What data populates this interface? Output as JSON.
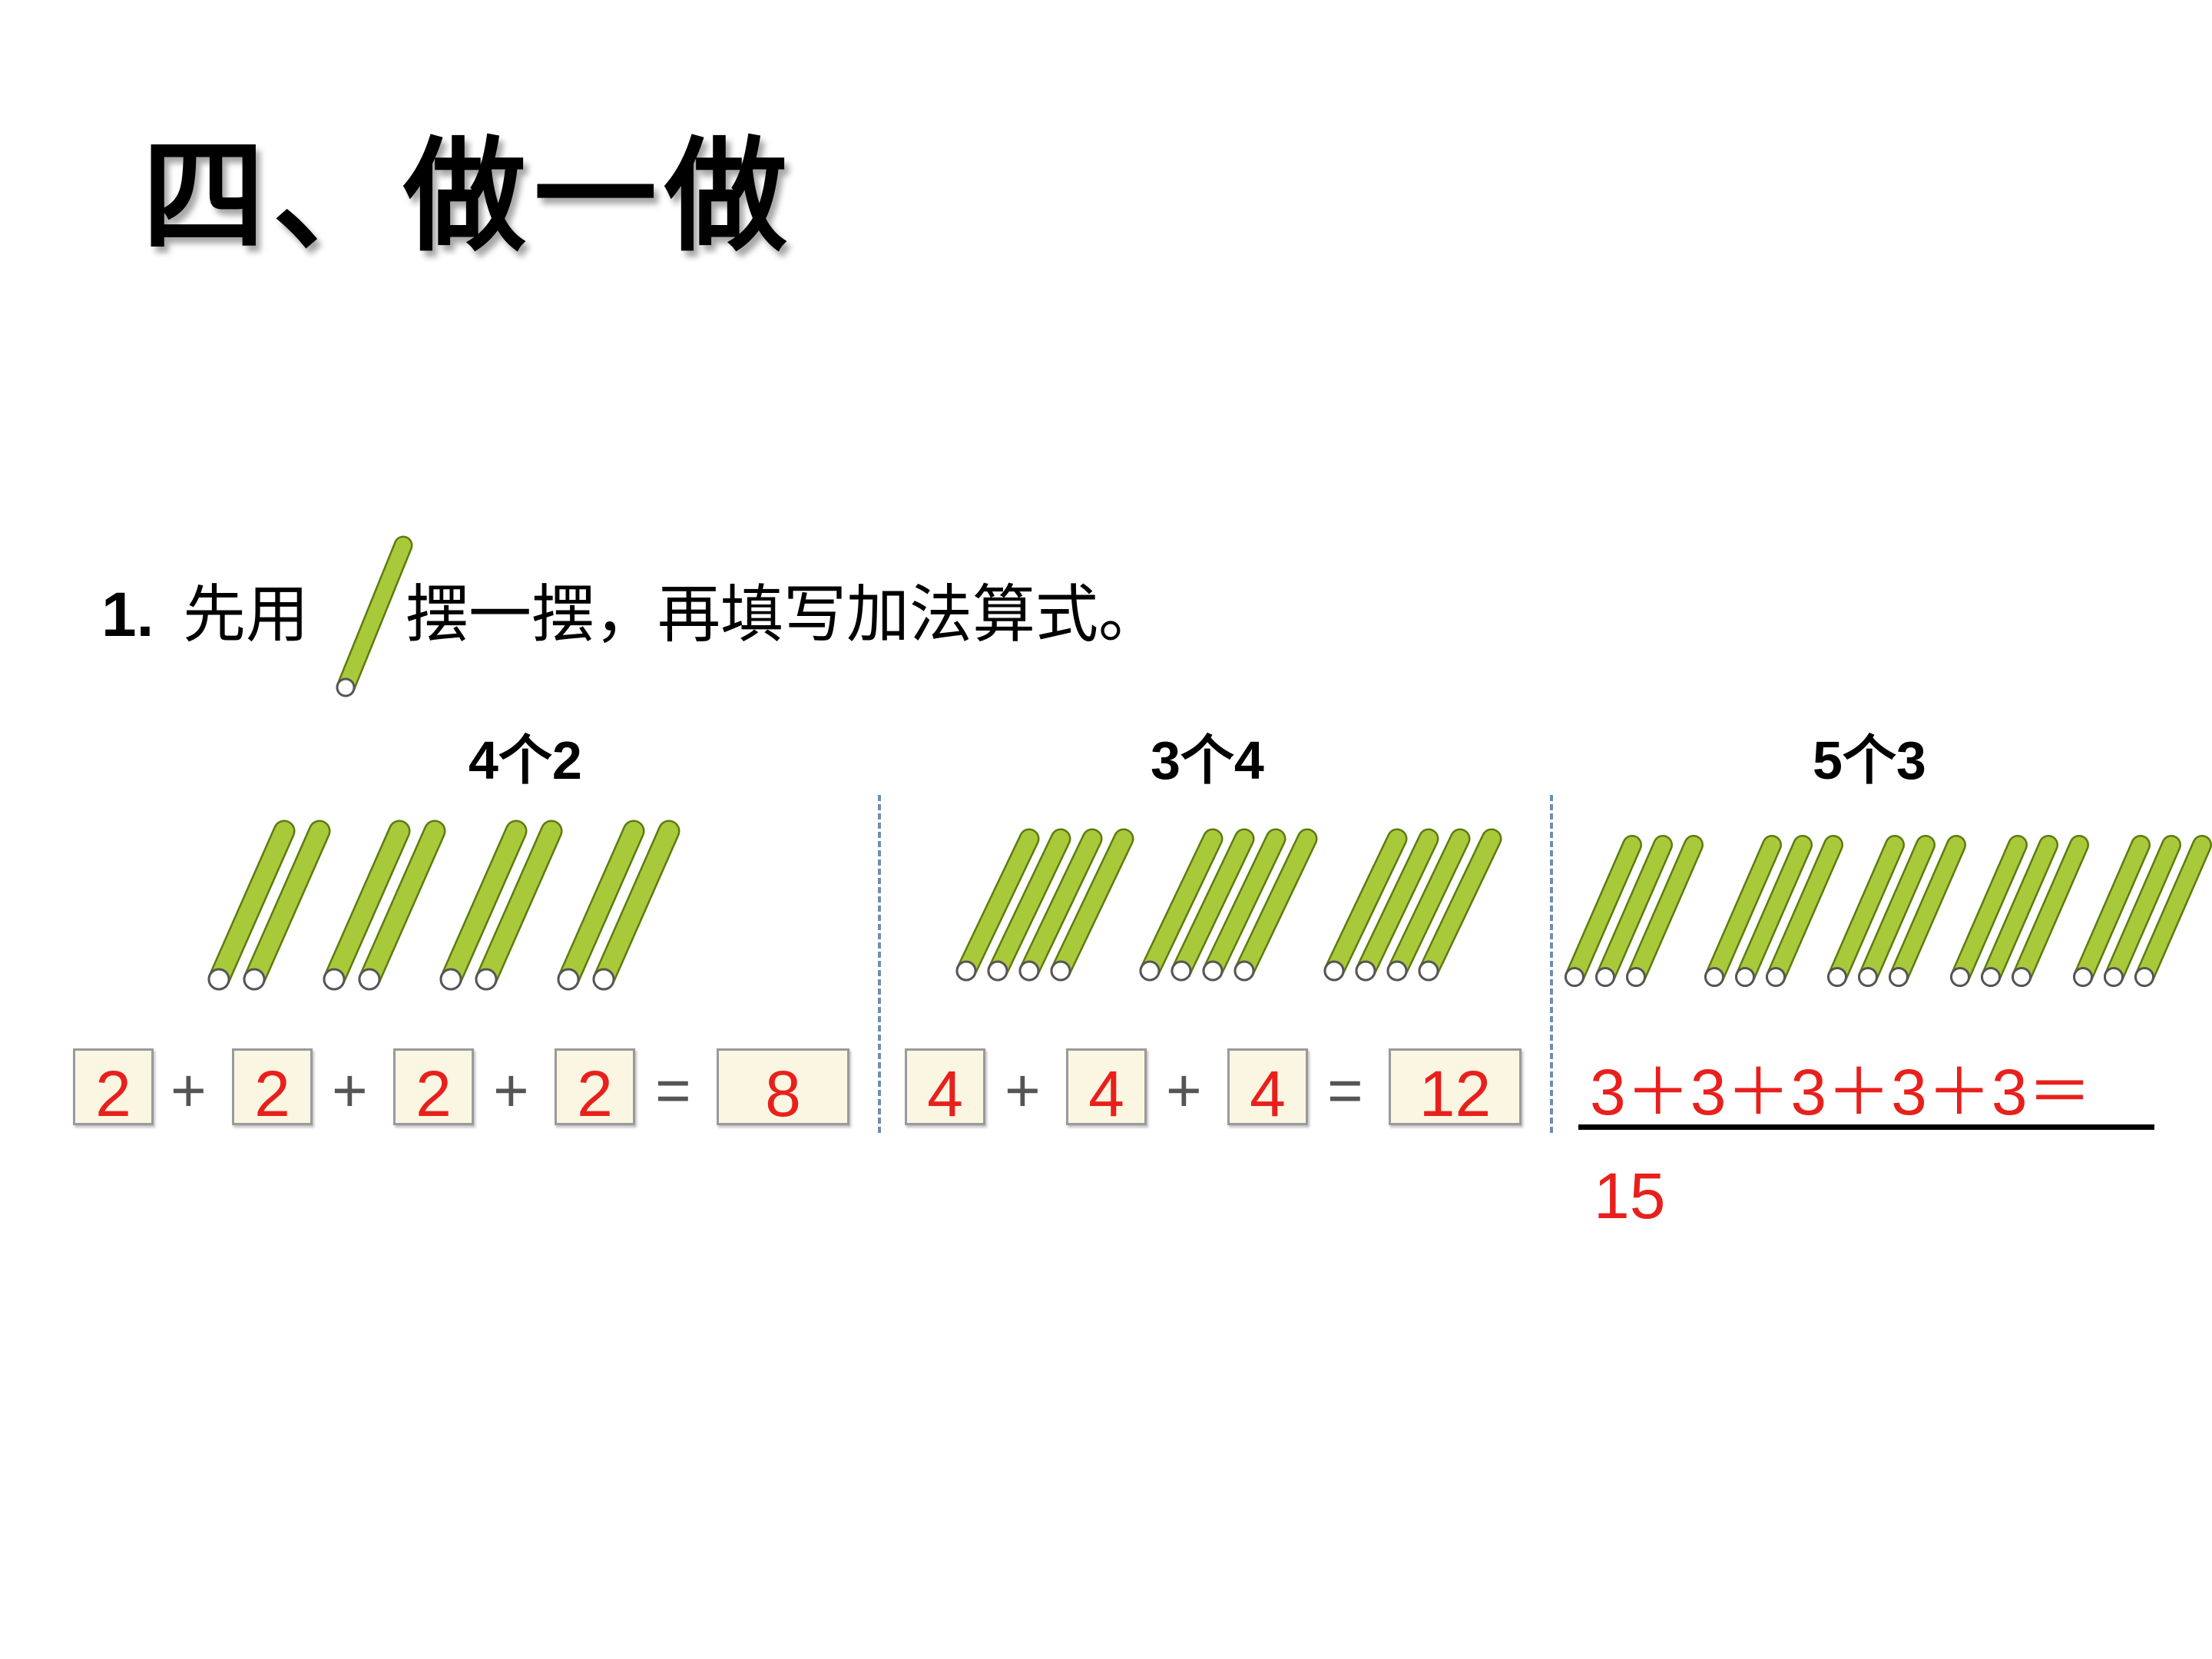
{
  "title": "四、做一做",
  "instruction": {
    "number": "1.",
    "part1": "先用",
    "part2": "摆一摆，再填写加法算式。"
  },
  "groups": [
    {
      "label": "4个2",
      "boxes": [
        "2",
        "2",
        "2",
        "2"
      ],
      "result": "8",
      "op_plus": "+",
      "op_equals": "="
    },
    {
      "label": "3个4",
      "boxes": [
        "4",
        "4",
        "4"
      ],
      "result": "12",
      "op_plus": "+",
      "op_equals": "="
    },
    {
      "label": "5个3",
      "equation": "3＋3＋3＋3＋3＝",
      "answer": "15"
    }
  ],
  "colors": {
    "stick_fill": "#a8c93a",
    "stick_outline": "#5e7a10",
    "answer_red": "#e8201c",
    "box_fill": "#fbf6e2",
    "divider": "#6f8fb0"
  },
  "icons": {
    "stick": "counting-stick-icon"
  }
}
